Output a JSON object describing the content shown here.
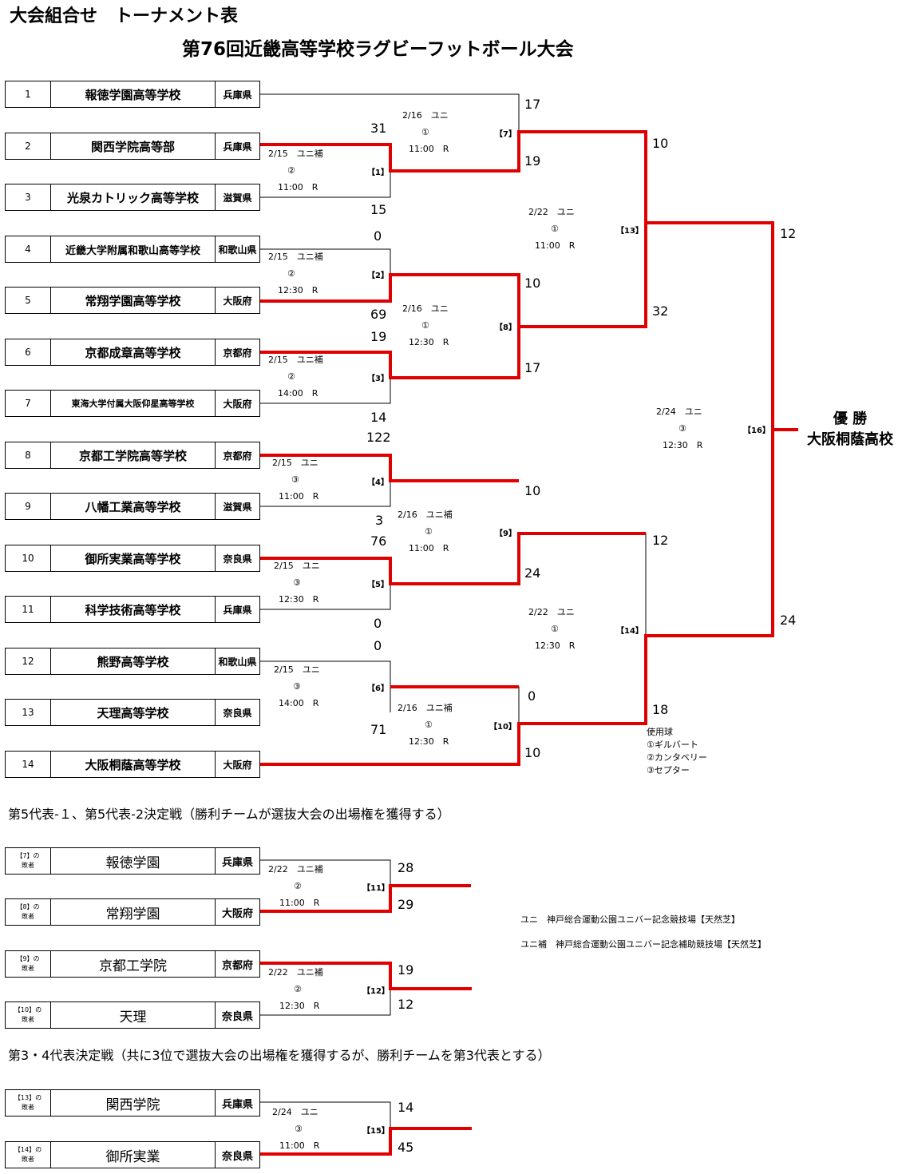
{
  "header": {
    "title": "大会組合せ　トーナメント表",
    "subtitle": "第76回近畿高等学校ラグビーフットボール大会"
  },
  "teams": [
    {
      "no": "1",
      "name": "報徳学園高等学校",
      "pref": "兵庫県"
    },
    {
      "no": "2",
      "name": "関西学院高等部",
      "pref": "兵庫県"
    },
    {
      "no": "3",
      "name": "光泉カトリック高等学校",
      "pref": "滋賀県"
    },
    {
      "no": "4",
      "name": "近畿大学附属和歌山高等学校",
      "pref": "和歌山県"
    },
    {
      "no": "5",
      "name": "常翔学園高等学校",
      "pref": "大阪府"
    },
    {
      "no": "6",
      "name": "京都成章高等学校",
      "pref": "京都府"
    },
    {
      "no": "7",
      "name": "東海大学付属大阪仰星高等学校",
      "pref": "大阪府"
    },
    {
      "no": "8",
      "name": "京都工学院高等学校",
      "pref": "京都府"
    },
    {
      "no": "9",
      "name": "八幡工業高等学校",
      "pref": "滋賀県"
    },
    {
      "no": "10",
      "name": "御所実業高等学校",
      "pref": "奈良県"
    },
    {
      "no": "11",
      "name": "科学技術高等学校",
      "pref": "兵庫県"
    },
    {
      "no": "12",
      "name": "熊野高等学校",
      "pref": "和歌山県"
    },
    {
      "no": "13",
      "name": "天理高等学校",
      "pref": "奈良県"
    },
    {
      "no": "14",
      "name": "大阪桐蔭高等学校",
      "pref": "大阪府"
    }
  ],
  "matches": [
    {
      "id": "1",
      "label": "【1】",
      "date": "2/15　ユニ補",
      "circle": "②",
      "time": "11:00　R"
    },
    {
      "id": "2",
      "label": "【2】",
      "date": "2/15　ユニ補",
      "circle": "②",
      "time": "12:30　R"
    },
    {
      "id": "3",
      "label": "【3】",
      "date": "2/15　ユニ補",
      "circle": "②",
      "time": "14:00　R"
    },
    {
      "id": "4",
      "label": "【4】",
      "date": "2/15　ユニ",
      "circle": "③",
      "time": "11:00　R"
    },
    {
      "id": "5",
      "label": "【5】",
      "date": "2/15　ユニ",
      "circle": "③",
      "time": "12:30　R"
    },
    {
      "id": "6",
      "label": "【6】",
      "date": "2/15　ユニ",
      "circle": "③",
      "time": "14:00　R"
    },
    {
      "id": "7",
      "label": "【7】",
      "date": "2/16　ユニ",
      "circle": "①",
      "time": "11:00　R"
    },
    {
      "id": "8",
      "label": "【8】",
      "date": "2/16　ユニ",
      "circle": "①",
      "time": "12:30　R"
    },
    {
      "id": "9",
      "label": "【9】",
      "date": "2/16　ユニ補",
      "circle": "①",
      "time": "11:00　R"
    },
    {
      "id": "10",
      "label": "【10】",
      "date": "2/16　ユニ補",
      "circle": "①",
      "time": "12:30　R"
    },
    {
      "id": "13",
      "label": "【13】",
      "date": "2/22　ユニ",
      "circle": "①",
      "time": "11:00　R"
    },
    {
      "id": "14",
      "label": "【14】",
      "date": "2/22　ユニ",
      "circle": "①",
      "time": "12:30　R"
    },
    {
      "id": "16",
      "label": "【16】",
      "date": "2/24　ユニ",
      "circle": "③",
      "time": "12:30　R"
    },
    {
      "id": "11",
      "label": "【11】",
      "date": "2/22　ユニ補",
      "circle": "②",
      "time": "11:00　R"
    },
    {
      "id": "12",
      "label": "【12】",
      "date": "2/22　ユニ補",
      "circle": "②",
      "time": "12:30　R"
    },
    {
      "id": "15",
      "label": "【15】",
      "date": "2/24　ユニ",
      "circle": "③",
      "time": "11:00　R"
    }
  ],
  "scores": {
    "m1_top": "31",
    "m1_bot": "15",
    "m2_top": "0",
    "m2_bot": "69",
    "m3_top": "19",
    "m3_bot": "14",
    "m4_top": "122",
    "m4_bot": "3",
    "m5_top": "76",
    "m5_bot": "0",
    "m6_top": "0",
    "m6_bot": "71",
    "m7_top": "17",
    "m7_bot": "19",
    "m8_top": "10",
    "m8_bot": "17",
    "m9_top": "10",
    "m9_bot": "24",
    "m10_top": "0",
    "m10_bot": "10",
    "m13_top": "10",
    "m13_bot": "32",
    "m14_top": "12",
    "m14_bot": "18",
    "m16_top": "12",
    "m16_bot": "24",
    "m11_top": "28",
    "m11_bot": "29",
    "m12_top": "19",
    "m12_bot": "12",
    "m15_top": "14",
    "m15_bot": "45"
  },
  "winner": {
    "label": "優 勝",
    "team": "大阪桐蔭高校"
  },
  "ball_notes": {
    "title": "使用球",
    "b1": "①ギルバート",
    "b2": "②カンタベリー",
    "b3": "③セプター"
  },
  "sections": {
    "fifth": "第5代表-１、第5代表-2決定戦（勝利チームが選抜大会の出場権を獲得する）",
    "third": "第3・4代表決定戦（共に3位で選抜大会の出場権を獲得するが、勝利チームを第3代表とする）"
  },
  "venue_notes": {
    "uni": "ユニ　神戸総合運動公園ユニバー記念競技場【天然芝】",
    "unih": "ユニ補　神戸総合運動公園ユニバー記念補助競技場【天然芝】"
  },
  "playoff_teams": [
    {
      "ref_a": "【7】の",
      "ref_b": "敗者",
      "name": "報徳学園",
      "pref": "兵庫県"
    },
    {
      "ref_a": "【8】の",
      "ref_b": "敗者",
      "name": "常翔学園",
      "pref": "大阪府"
    },
    {
      "ref_a": "【9】の",
      "ref_b": "敗者",
      "name": "京都工学院",
      "pref": "京都府"
    },
    {
      "ref_a": "【10】の",
      "ref_b": "敗者",
      "name": "天理",
      "pref": "奈良県"
    },
    {
      "ref_a": "【13】の",
      "ref_b": "敗者",
      "name": "関西学院",
      "pref": "兵庫県"
    },
    {
      "ref_a": "【14】の",
      "ref_b": "敗者",
      "name": "御所実業",
      "pref": "奈良県"
    }
  ]
}
